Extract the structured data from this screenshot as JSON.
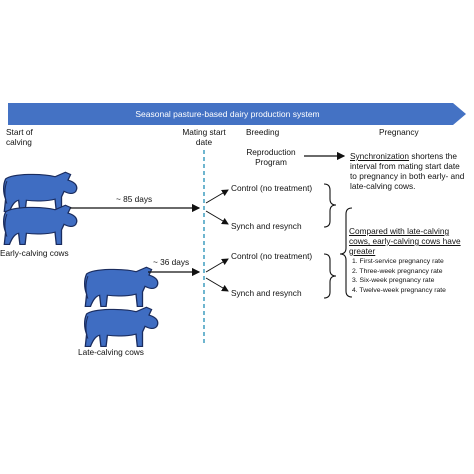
{
  "title": "Seasonal pasture-based dairy production system",
  "headers": {
    "start_of_calving": "Start of calving",
    "mating_start_date": "Mating start date",
    "breeding": "Breeding",
    "pregnancy": "Pregnancy"
  },
  "reproduction_program": "Reproduction Program",
  "early_group": {
    "label": "Early-calving cows",
    "interval": "~ 85 days",
    "treatments": [
      "Control (no treatment)",
      "Synch and resynch"
    ]
  },
  "late_group": {
    "label": "Late-calving cows",
    "interval": "~ 36 days",
    "treatments": [
      "Control (no treatment)",
      "Synch and resynch"
    ]
  },
  "synchronization_note": {
    "term": "Synchronization",
    "text": " shortens the interval from mating start date to pregnancy in both early- and late-calving cows."
  },
  "comparison": {
    "heading": "Compared with late-calving cows, early-calving cows have greater",
    "items": [
      "1.   First-service pregnancy rate",
      "2.   Three-week pregnancy rate",
      "3.   Six-week pregnancy rate",
      "4.   Twelve-week pregnancy rate"
    ]
  },
  "colors": {
    "banner": "#4472c4",
    "cow": "#3f6dc2",
    "dashed_line": "#4ba3c3",
    "ink": "#111111"
  }
}
